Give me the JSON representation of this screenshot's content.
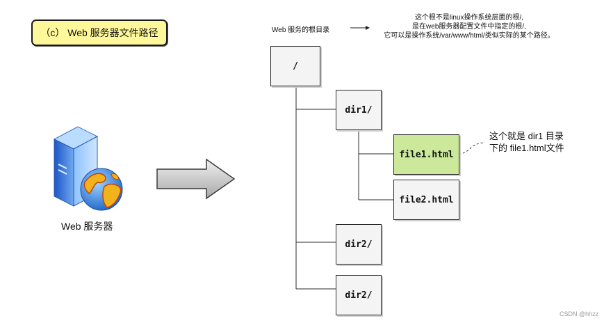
{
  "title": "（c） Web 服务器文件路径",
  "server_label": "Web 服务器",
  "root_caption": "Web 服务的根目录",
  "root_note": [
    "这个根不是linux操作系统层面的根/,",
    "是在web服务器配置文件中指定的根/,",
    "它可以是操作系统/var/www/html/类似实际的某个路径。"
  ],
  "tree": {
    "root": "/",
    "dir1": "dir1/",
    "file1": "file1.html",
    "file2": "file2.html",
    "dir2a": "dir2/",
    "dir2b": "dir2/"
  },
  "file1_annotation": [
    "这个就是 dir1 目录",
    "下的 file1.html文件"
  ],
  "colors": {
    "title_bg": "#fff89a",
    "highlight": "#cce89a",
    "node_bg": "#f4f4f4"
  },
  "watermark": "CSDN @hhzz"
}
